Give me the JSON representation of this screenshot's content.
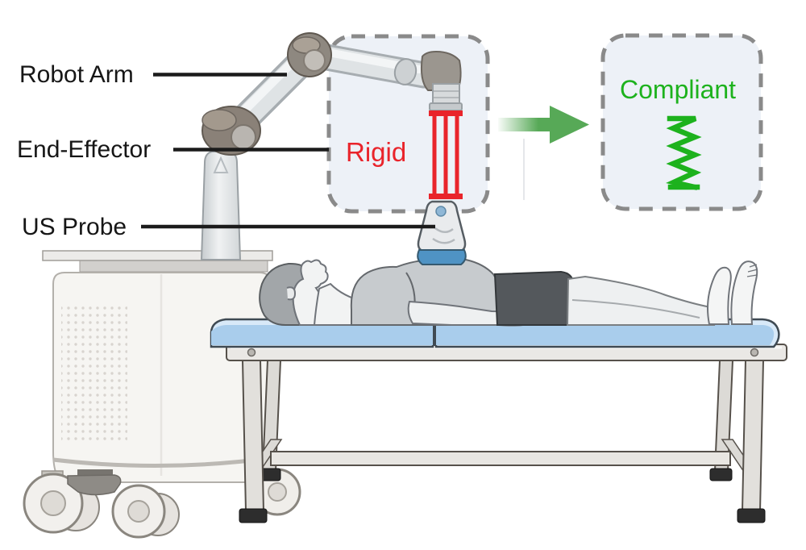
{
  "annotations": {
    "robot_arm_label": "Robot Arm",
    "end_effector_label": "End-Effector",
    "us_probe_label": "US Probe"
  },
  "rigid_state": {
    "label": "Rigid",
    "text_color": "#e9242b",
    "icon": "rigid-links-icon"
  },
  "compliant_state": {
    "label": "Compliant",
    "text_color": "#1db21d",
    "icon": "spring-icon"
  },
  "transform_arrow": {
    "icon": "arrow-right-icon",
    "direction": "right",
    "color": "#57a957"
  },
  "style": {
    "callout_background": "#edf1f7",
    "callout_border": "#8a8a8a",
    "label_color": "#161616",
    "rigid_red": "#e9242b",
    "compliant_green": "#1db21d",
    "mattress_blue": "#a9cdec",
    "probe_tip_blue": "#4f93c4"
  }
}
